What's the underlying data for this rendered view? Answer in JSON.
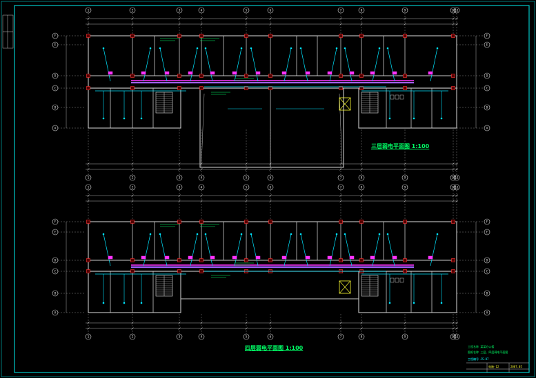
{
  "sheet": {
    "background": "#000000",
    "frame_color": "#00c8c8",
    "wall_color": "#c8c8c8",
    "axis_color": "#e0e0e0",
    "cable_color": "#00e5ff",
    "conduit_color": "#ff33ff",
    "bus_color": "#a060ff",
    "column_color": "#ff3333",
    "label_color": "#00ff66"
  },
  "plans": [
    {
      "key": "upper",
      "title": "三层弱电平面图  1:100"
    },
    {
      "key": "lower",
      "title": "四层弱电平面图  1:100"
    }
  ],
  "axes": {
    "columns": [
      "1",
      "2",
      "3",
      "4",
      "5",
      "6",
      "7",
      "8",
      "9",
      "10",
      "11"
    ],
    "rows_upper": [
      "F",
      "E",
      "D",
      "C",
      "B",
      "A"
    ],
    "rows_lower": [
      "F",
      "E",
      "D",
      "C",
      "B",
      "A"
    ]
  },
  "title_block": {
    "line1": "工程名称  某某办公楼",
    "line2": "图纸名称  三层、四层弱电平面图",
    "line3": "工程编号  JS-07",
    "drawing_no": "电施-12",
    "date": "2007.05"
  }
}
